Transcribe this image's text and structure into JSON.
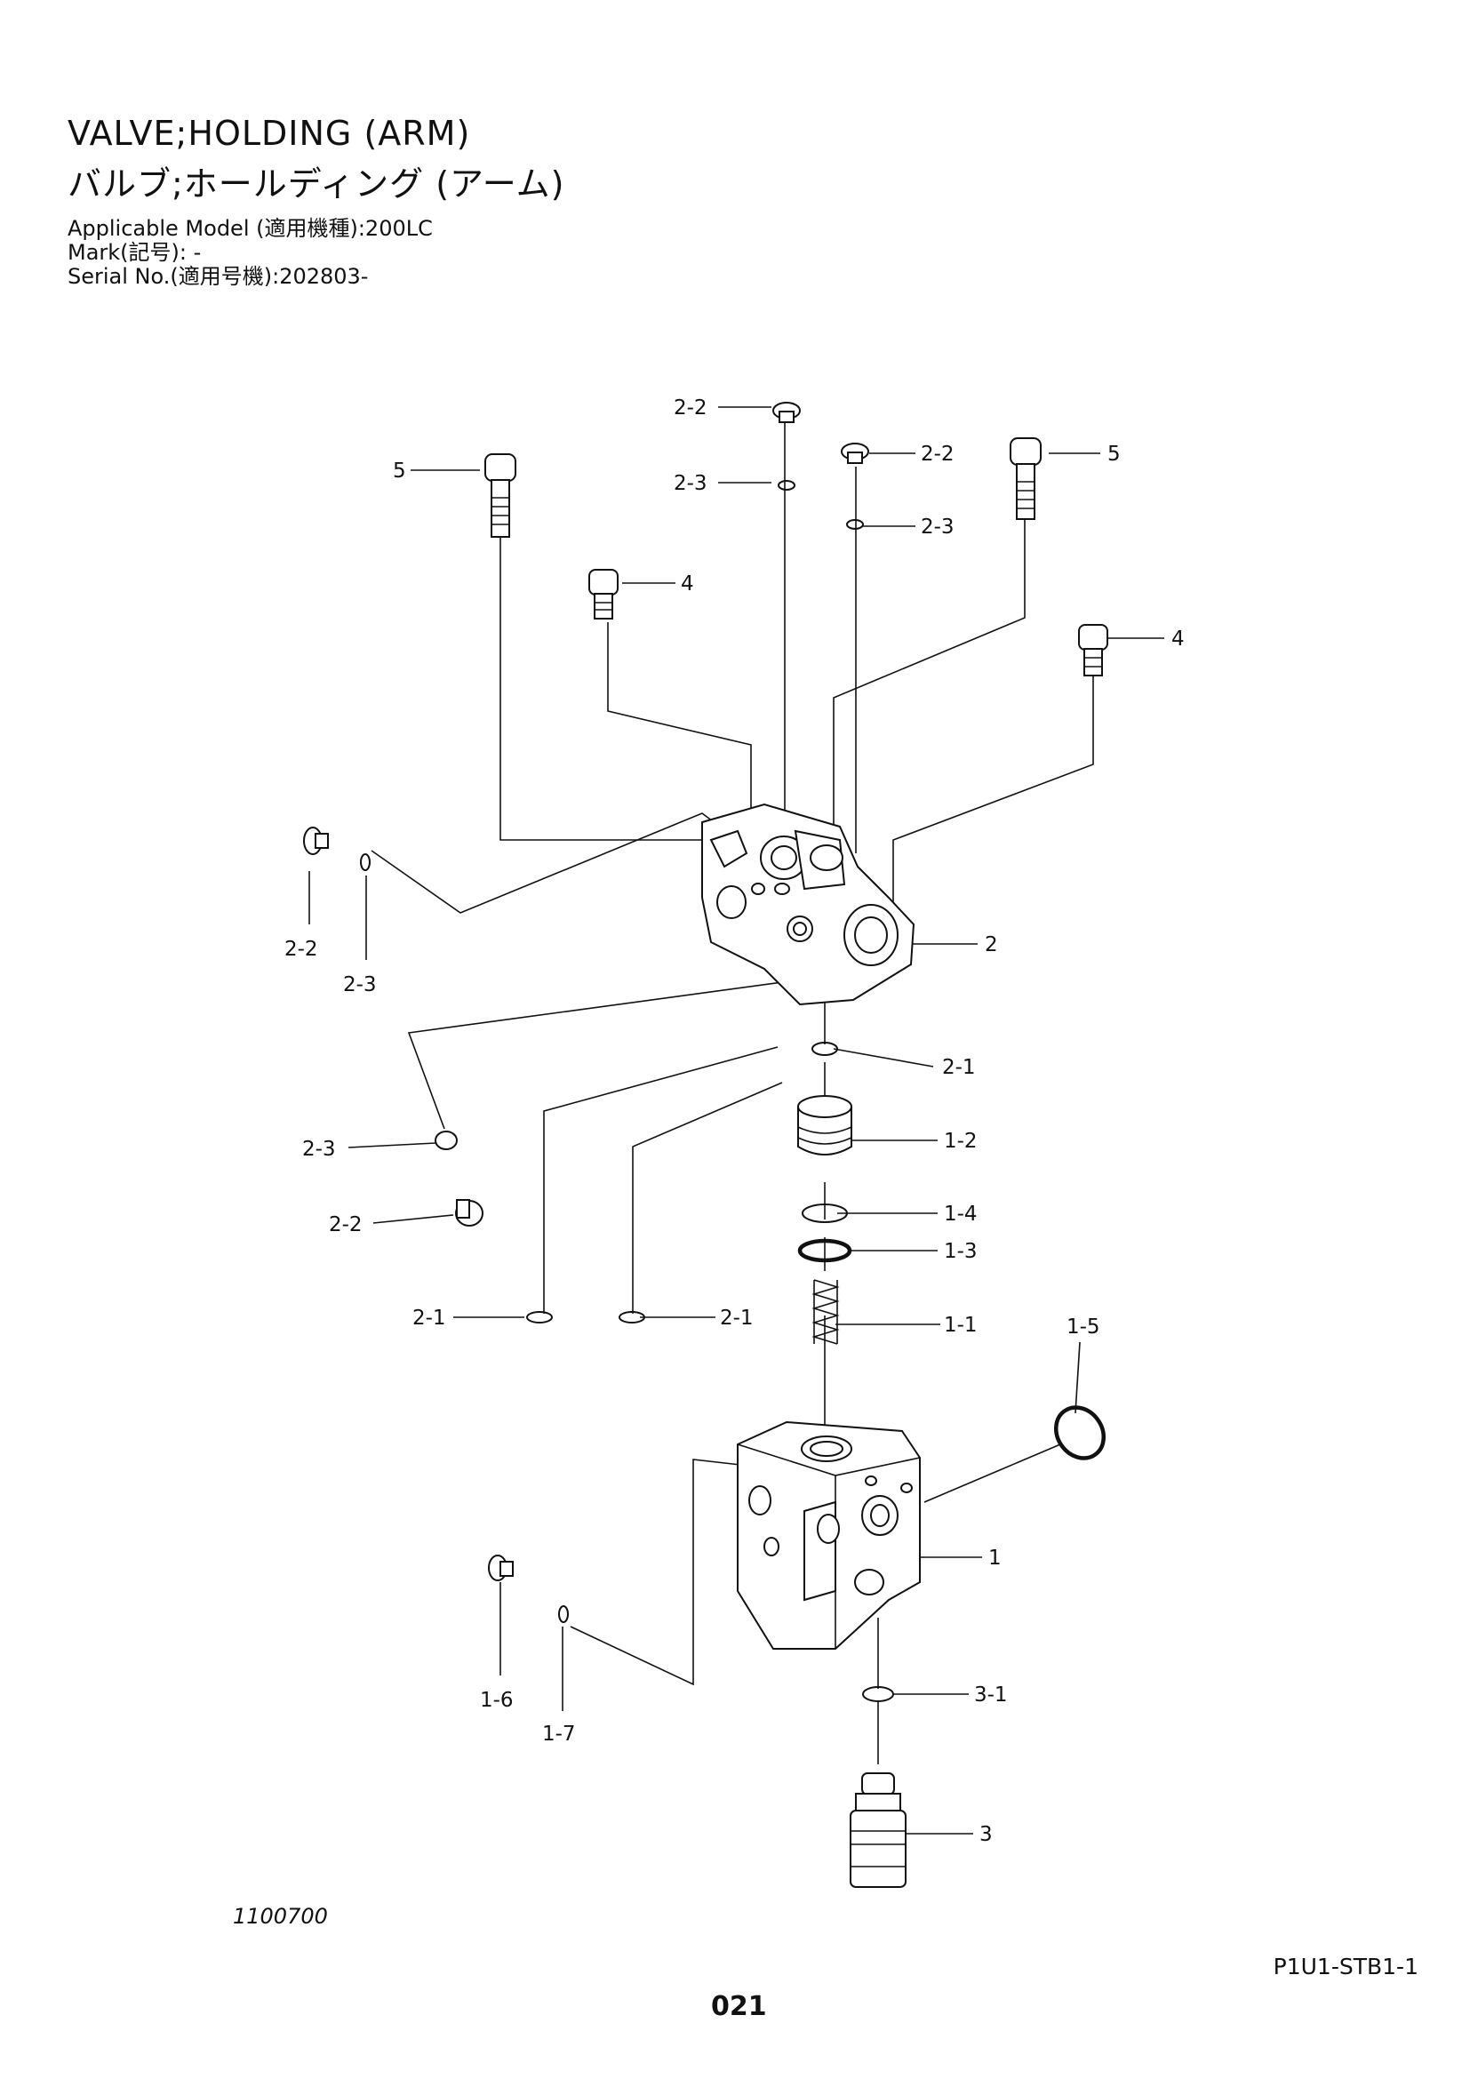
{
  "header": {
    "title_en": "VALVE;HOLDING (ARM)",
    "title_jp": "バルブ;ホールディング (アーム)",
    "applicable_model": "Applicable Model (適用機種):200LC",
    "mark": "Mark(記号): -",
    "serial_no": "Serial No.(適用号機):202803-"
  },
  "callouts": {
    "c22_top": "2-2",
    "c23_top": "2-3",
    "c5_left": "5",
    "c22_mid": "2-2",
    "c23_mid": "2-3",
    "c5_right": "5",
    "c4_left": "4",
    "c4_right": "4",
    "c22_side": "2-2",
    "c23_side": "2-3",
    "c2": "2",
    "c21_a": "2-1",
    "c12": "1-2",
    "c14": "1-4",
    "c13": "1-3",
    "c23_low": "2-3",
    "c22_low": "2-2",
    "c21_b": "2-1",
    "c21_c": "2-1",
    "c11": "1-1",
    "c15": "1-5",
    "c1": "1",
    "c16": "1-6",
    "c17": "1-7",
    "c31": "3-1",
    "c3": "3"
  },
  "footer": {
    "drawing_no": "1100700",
    "sheet_code": "P1U1-STB1-1",
    "page_number": "021"
  }
}
